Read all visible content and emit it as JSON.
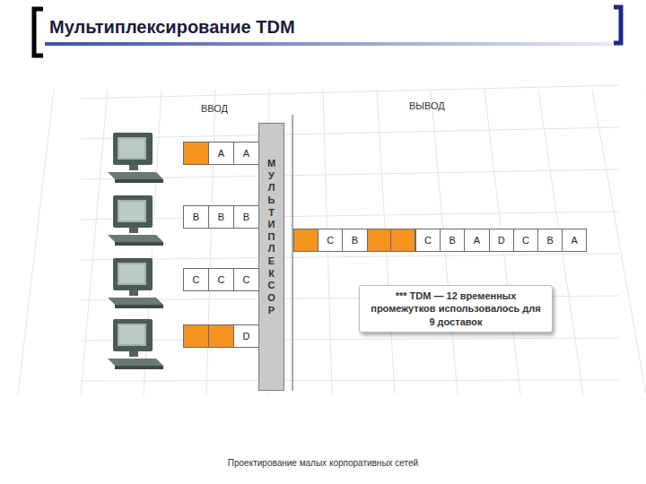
{
  "diagram": {
    "title": "Мультиплексирование  TDM",
    "caption": "Проектирование малых корпоративных сетей",
    "nodes": [
      {
        "text": [
          "A"
        ]
      },
      {
        "text": [
          "A"
        ]
      },
      {
        "text": [
          "B"
        ]
      },
      {
        "text": [
          "B"
        ]
      },
      {
        "text": [
          "B"
        ]
      },
      {
        "text": [
          "C"
        ]
      },
      {
        "text": [
          "C"
        ]
      },
      {
        "text": [
          "C"
        ]
      },
      {
        "text": [
          "D"
        ]
      },
      {
        "text": [
          "МУЛЬТИПЛЕКСОР"
        ]
      },
      {
        "text": [
          "C"
        ]
      },
      {
        "text": [
          "B"
        ]
      },
      {
        "text": [
          "C"
        ]
      },
      {
        "text": [
          "B"
        ]
      },
      {
        "text": [
          "A"
        ]
      },
      {
        "text": [
          "D"
        ]
      },
      {
        "text": [
          "C"
        ]
      },
      {
        "text": [
          "B"
        ]
      },
      {
        "text": [
          "A"
        ]
      },
      {
        "text": [
          "*** TDM — 12 временных промежутков использовалось для 9 доставок"
        ]
      }
    ],
    "labels": [
      "ВВОД",
      "ВЫВОД"
    ]
  }
}
